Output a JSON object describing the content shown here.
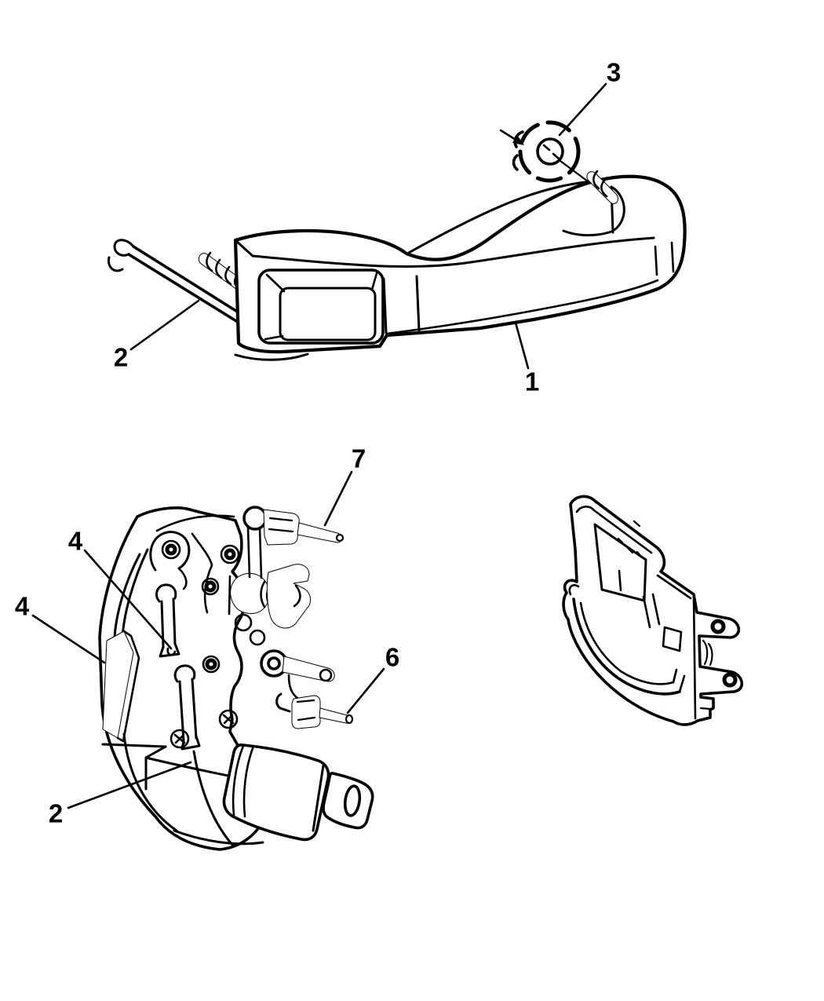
{
  "figure": {
    "background_color": "#ffffff",
    "line_color": "#000000",
    "text_color": "#000000"
  },
  "callouts": {
    "c1": "1",
    "c2_top": "2",
    "c3": "3",
    "c4_upper": "4",
    "c4_side": "4",
    "c6": "6",
    "c7": "7",
    "c2_bottom": "2"
  }
}
